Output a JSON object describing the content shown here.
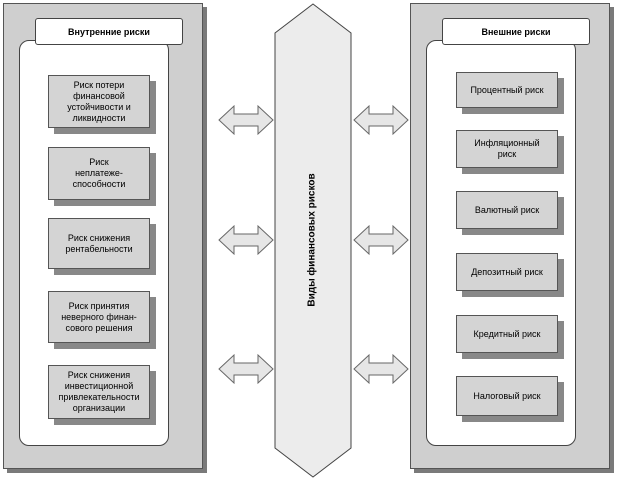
{
  "center": {
    "label": "Виды финансовых рисков"
  },
  "internal": {
    "title": "Внутренние риски",
    "items": [
      {
        "lines": [
          "Риск потери",
          "финансовой",
          "устойчивости и",
          "ликвидности"
        ]
      },
      {
        "lines": [
          "Риск",
          "неплатеже-",
          "способности"
        ]
      },
      {
        "lines": [
          "Риск снижения",
          "рентабельности"
        ]
      },
      {
        "lines": [
          "Риск принятия",
          "неверного финан-",
          "сового решения"
        ]
      },
      {
        "lines": [
          "Риск снижения",
          "инвестиционной",
          "привлекательности",
          "организации"
        ]
      }
    ]
  },
  "external": {
    "title": "Внешние риски",
    "items": [
      {
        "lines": [
          "Процентный риск"
        ]
      },
      {
        "lines": [
          "Инфляционный",
          "риск"
        ]
      },
      {
        "lines": [
          "Валютный риск"
        ]
      },
      {
        "lines": [
          "Депозитный риск"
        ]
      },
      {
        "lines": [
          "Кредитный риск"
        ]
      },
      {
        "lines": [
          "Налоговый риск"
        ]
      }
    ]
  }
}
